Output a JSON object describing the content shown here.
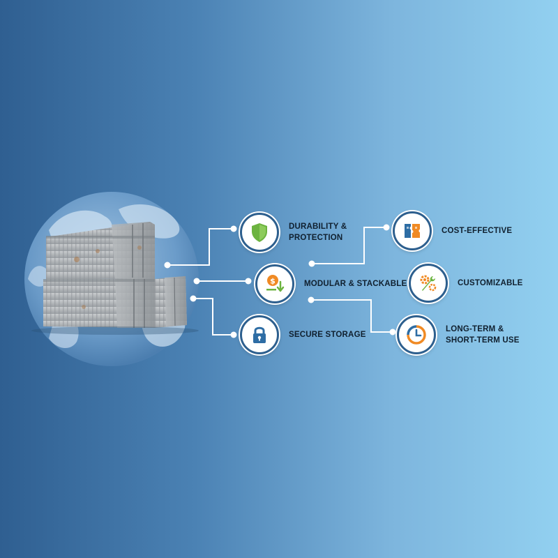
{
  "features": [
    {
      "id": "durability",
      "label": "DURABILITY &\nPROTECTION",
      "icon": "shield-icon"
    },
    {
      "id": "modular",
      "label": "MODULAR & STACKABLE",
      "icon": "dollar-down-icon"
    },
    {
      "id": "secure",
      "label": "SECURE STORAGE",
      "icon": "padlock-icon"
    },
    {
      "id": "cost",
      "label": "COST-EFFECTIVE",
      "icon": "puzzle-icon"
    },
    {
      "id": "custom",
      "label": "CUSTOMIZABLE",
      "icon": "gears-wrench-icon"
    },
    {
      "id": "term",
      "label": "LONG-TERM &\nSHORT-TERM USE",
      "icon": "clock-icon"
    }
  ],
  "colors": {
    "background_left": "#2f5f91",
    "background_right": "#92d0f0",
    "badge_ring": "#2d5f8e",
    "shield_green": "#6cb33f",
    "accent_orange": "#f08a24",
    "icon_blue": "#2e6da4",
    "connector": "#ffffff",
    "label_text": "#10202f"
  }
}
